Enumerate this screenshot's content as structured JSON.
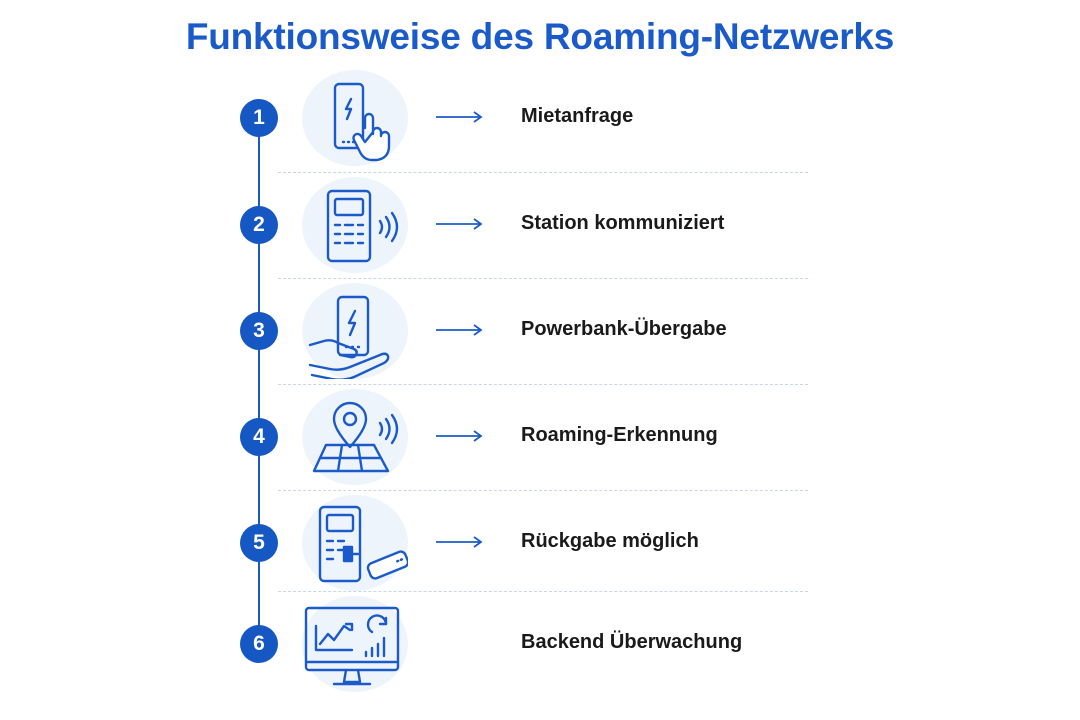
{
  "title": "Funktionsweise des Roaming-Netzwerks",
  "colors": {
    "accent": "#1b5bc9",
    "icon_bg": "#eef4fc",
    "divider": "#c8d6ea",
    "text": "#1a1a1a"
  },
  "steps": [
    {
      "number": "1",
      "label": "Mietanfrage",
      "icon": "phone-tap-icon",
      "has_arrow": true
    },
    {
      "number": "2",
      "label": "Station kommuniziert",
      "icon": "station-signal-icon",
      "has_arrow": true
    },
    {
      "number": "3",
      "label": "Powerbank-Übergabe",
      "icon": "hand-powerbank-icon",
      "has_arrow": true
    },
    {
      "number": "4",
      "label": "Roaming-Erkennung",
      "icon": "map-pin-signal-icon",
      "has_arrow": true
    },
    {
      "number": "5",
      "label": "Rückgabe möglich",
      "icon": "station-return-icon",
      "has_arrow": true
    },
    {
      "number": "6",
      "label": "Backend Überwachung",
      "icon": "monitor-analytics-icon",
      "has_arrow": false
    }
  ]
}
